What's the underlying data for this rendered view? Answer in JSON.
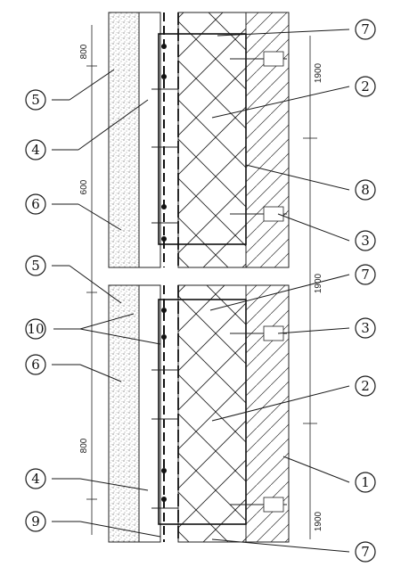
{
  "dimensions": {
    "top_left": "800",
    "upper_middle_left": "600",
    "lower_left": "800",
    "upper_right": "1900",
    "middle_right": "1900",
    "lower_right": "1900"
  },
  "callouts": [
    {
      "id": "c7a",
      "label": "7"
    },
    {
      "id": "c5a",
      "label": "5"
    },
    {
      "id": "c2a",
      "label": "2"
    },
    {
      "id": "c4a",
      "label": "4"
    },
    {
      "id": "c8",
      "label": "8"
    },
    {
      "id": "c6a",
      "label": "6"
    },
    {
      "id": "c3a",
      "label": "3"
    },
    {
      "id": "c5b",
      "label": "5"
    },
    {
      "id": "c7b",
      "label": "7"
    },
    {
      "id": "c10",
      "label": "10"
    },
    {
      "id": "c3b",
      "label": "3"
    },
    {
      "id": "c6b",
      "label": "6"
    },
    {
      "id": "c2b",
      "label": "2"
    },
    {
      "id": "c1",
      "label": "1"
    },
    {
      "id": "c4b",
      "label": "4"
    },
    {
      "id": "c9",
      "label": "9"
    },
    {
      "id": "c7c",
      "label": "7"
    }
  ],
  "colors": {
    "line": "#1a1a1a",
    "stipple": "#555555",
    "paper": "#ffffff"
  }
}
